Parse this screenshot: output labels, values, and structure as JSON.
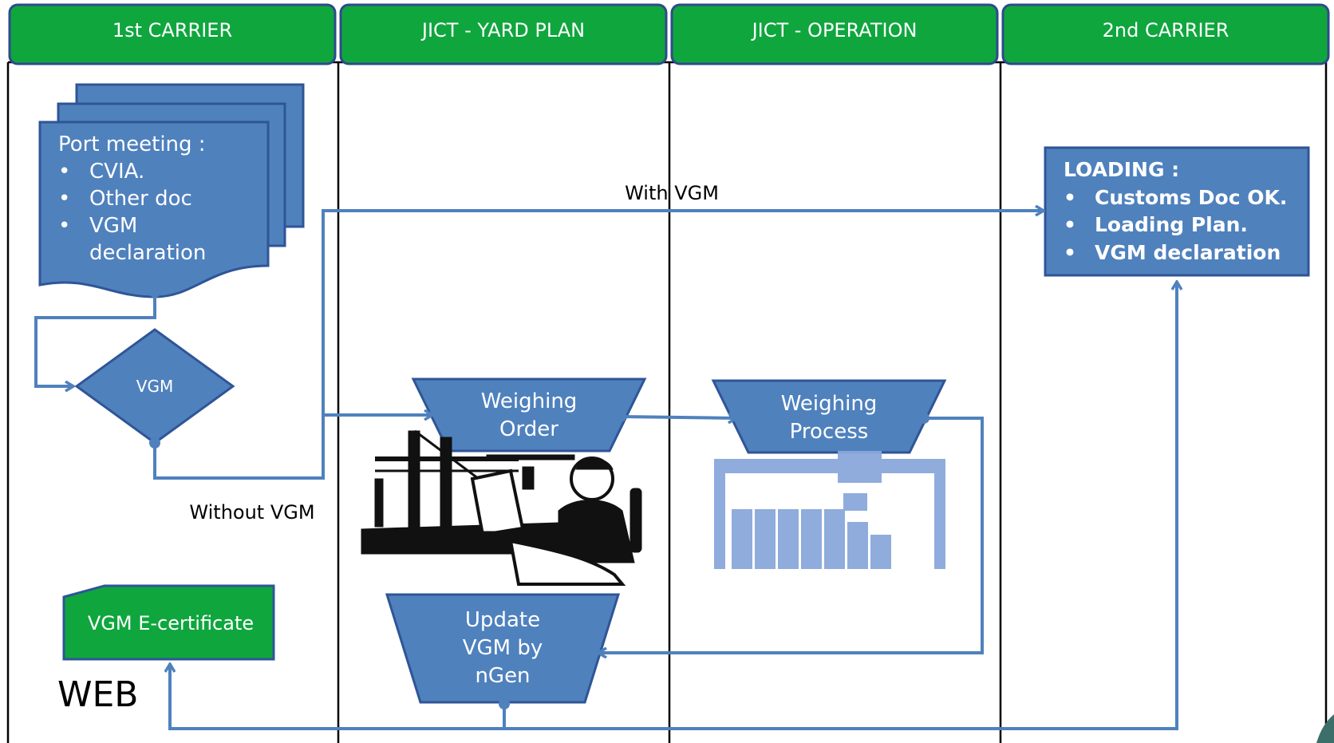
{
  "lanes": [
    {
      "title": "1st CARRIER"
    },
    {
      "title": "JICT - YARD PLAN"
    },
    {
      "title": "JICT - OPERATION"
    },
    {
      "title": "2nd CARRIER"
    }
  ],
  "port_meeting": {
    "title": "Port meeting :",
    "items": [
      "CVIA.",
      "Other doc",
      "VGM",
      "declaration"
    ],
    "bullet": "•"
  },
  "decision": {
    "label": "VGM"
  },
  "weighing_order": {
    "line1": "Weighing",
    "line2": "Order"
  },
  "weighing_process": {
    "line1": "Weighing",
    "line2": "Process"
  },
  "update_vgm": {
    "line1": "Update",
    "line2": "VGM by",
    "line3": "nGen"
  },
  "loading": {
    "title": "LOADING :",
    "items": [
      "Customs Doc OK.",
      "Loading Plan.",
      "VGM declaration"
    ],
    "bullet": "•"
  },
  "certificate": {
    "label": "VGM E-certificate"
  },
  "web_label": "WEB",
  "edges": {
    "with_vgm": "With VGM",
    "without_vgm": "Without VGM"
  },
  "colors": {
    "header_green": "#0fa63e",
    "header_border": "#2e4a8c",
    "shape_blue": "#4f81bd",
    "shape_border": "#2f5597",
    "cert_green": "#0fa63e",
    "lane_line": "#000000"
  }
}
